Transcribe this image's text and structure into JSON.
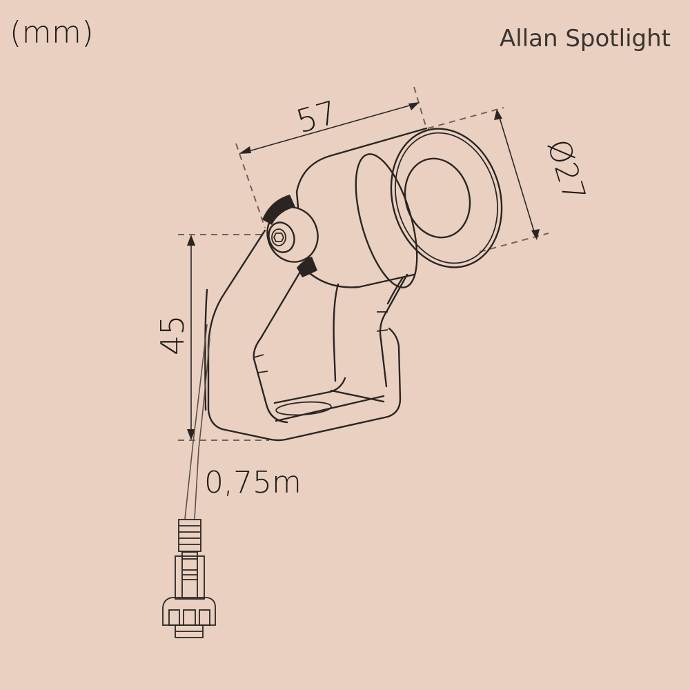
{
  "header": {
    "unit": "(mm)",
    "product_name": "Allan Spotlight"
  },
  "dimensions": {
    "length": "57",
    "diameter": "Ø27",
    "height": "45",
    "cable_length": "0,75m"
  },
  "colors": {
    "background": "#e9d0c1",
    "line": "#2a2522",
    "dash": "#6e625b",
    "text": "#1e1a18"
  },
  "parts": [
    "lamp-head",
    "lens",
    "mounting-bracket",
    "hex-screw",
    "cable",
    "waterproof-connector"
  ]
}
